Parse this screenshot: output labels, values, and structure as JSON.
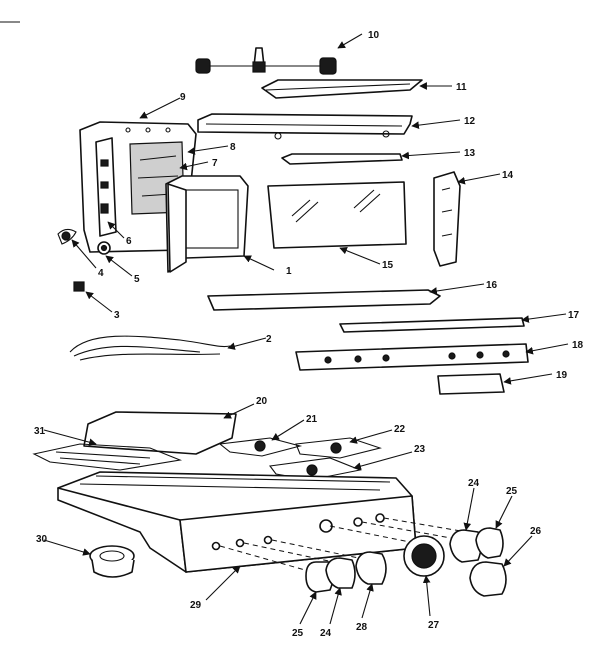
{
  "diagram": {
    "labels": [
      "1",
      "2",
      "3",
      "4",
      "5",
      "6",
      "7",
      "8",
      "9",
      "10",
      "11",
      "12",
      "13",
      "14",
      "15",
      "16",
      "17",
      "18",
      "19",
      "20",
      "21",
      "22",
      "23",
      "24",
      "25",
      "26",
      "27",
      "28",
      "29",
      "30",
      "31",
      "24",
      "25"
    ],
    "colors": {
      "line": "#111111",
      "background": "#ffffff"
    }
  }
}
